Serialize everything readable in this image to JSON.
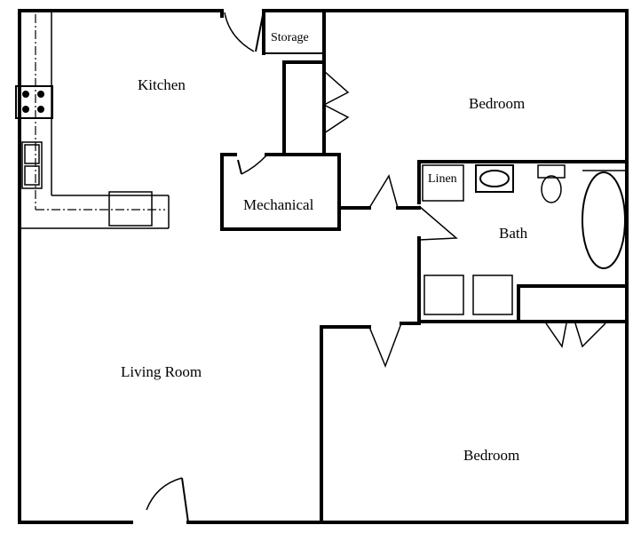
{
  "floor_plan": {
    "rooms": {
      "kitchen": "Kitchen",
      "storage": "Storage",
      "bedroom_top": "Bedroom",
      "mechanical": "Mechanical",
      "linen": "Linen",
      "bath": "Bath",
      "living_room": "Living Room",
      "bedroom_bottom": "Bedroom"
    }
  }
}
